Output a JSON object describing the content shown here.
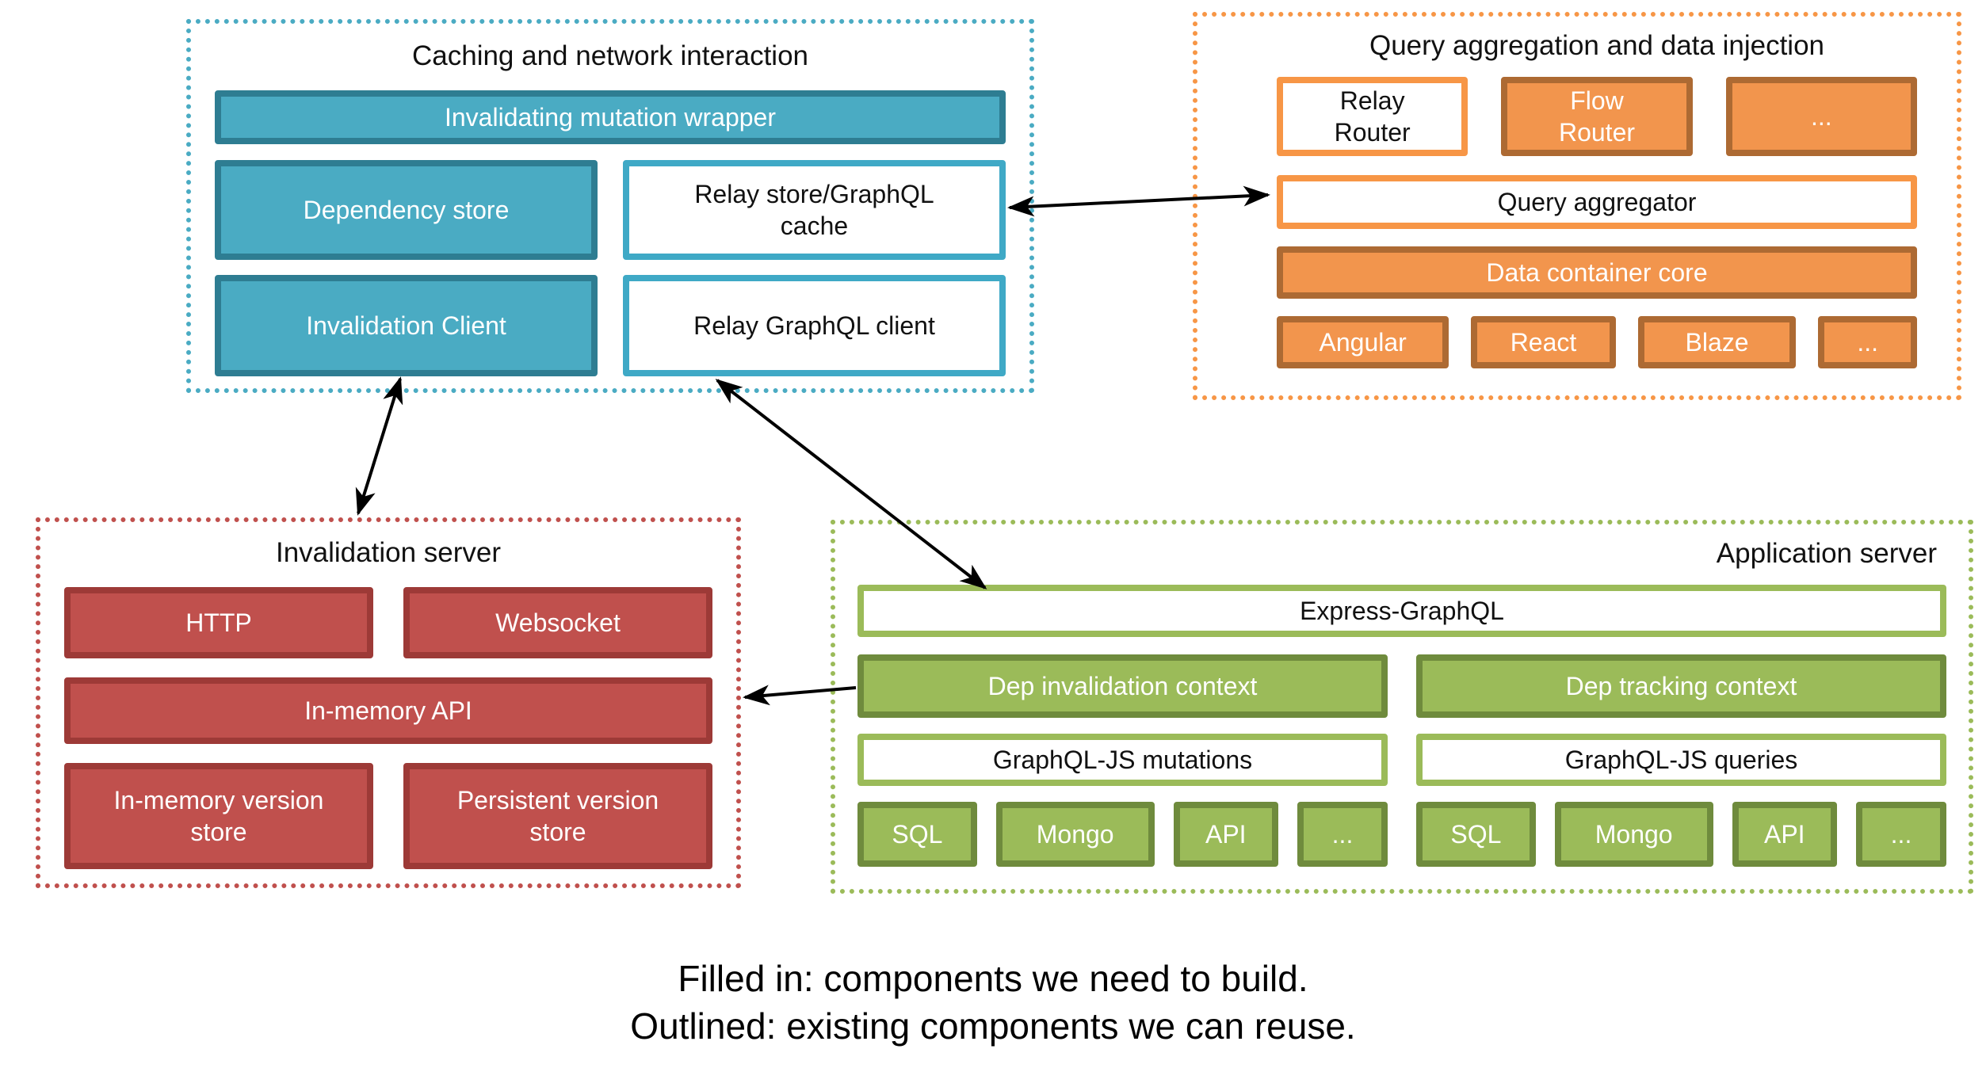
{
  "colors": {
    "teal_fill": "#4AABC3",
    "teal_dark": "#2E7D92",
    "teal_outline": "#3FA9C6",
    "orange_fill": "#F2954D",
    "orange_dark": "#AD6A33",
    "orange_outline": "#F79646",
    "red_fill": "#C0504D",
    "red_dark": "#9D3A37",
    "green_fill": "#9BBB59",
    "green_dark": "#6F8B3D",
    "arrow": "#000000"
  },
  "groups": {
    "caching": {
      "title": "Caching and network interaction",
      "wrapper": "Invalidating mutation wrapper",
      "dependency_store": "Dependency store",
      "relay_cache": "Relay store/GraphQL\ncache",
      "invalidation_client": "Invalidation Client",
      "relay_client": "Relay GraphQL client"
    },
    "query": {
      "title": "Query aggregation and data injection",
      "relay_router": "Relay\nRouter",
      "flow_router": "Flow\nRouter",
      "router_more": "...",
      "aggregator": "Query aggregator",
      "data_container": "Data container core",
      "frameworks": [
        "Angular",
        "React",
        "Blaze",
        "..."
      ]
    },
    "invalidation": {
      "title": "Invalidation server",
      "http": "HTTP",
      "websocket": "Websocket",
      "inmemory_api": "In-memory API",
      "inmemory_store": "In-memory version\nstore",
      "persistent_store": "Persistent version\nstore"
    },
    "application": {
      "title": "Application server",
      "express": "Express-GraphQL",
      "dep_invalidation": "Dep invalidation context",
      "dep_tracking": "Dep tracking context",
      "mutations": "GraphQL-JS mutations",
      "queries": "GraphQL-JS queries",
      "mutation_sources": [
        "SQL",
        "Mongo",
        "API",
        "..."
      ],
      "query_sources": [
        "SQL",
        "Mongo",
        "API",
        "..."
      ]
    }
  },
  "legend": {
    "line1": "Filled in: components we need to build.",
    "line2": "Outlined: existing components we can reuse."
  }
}
